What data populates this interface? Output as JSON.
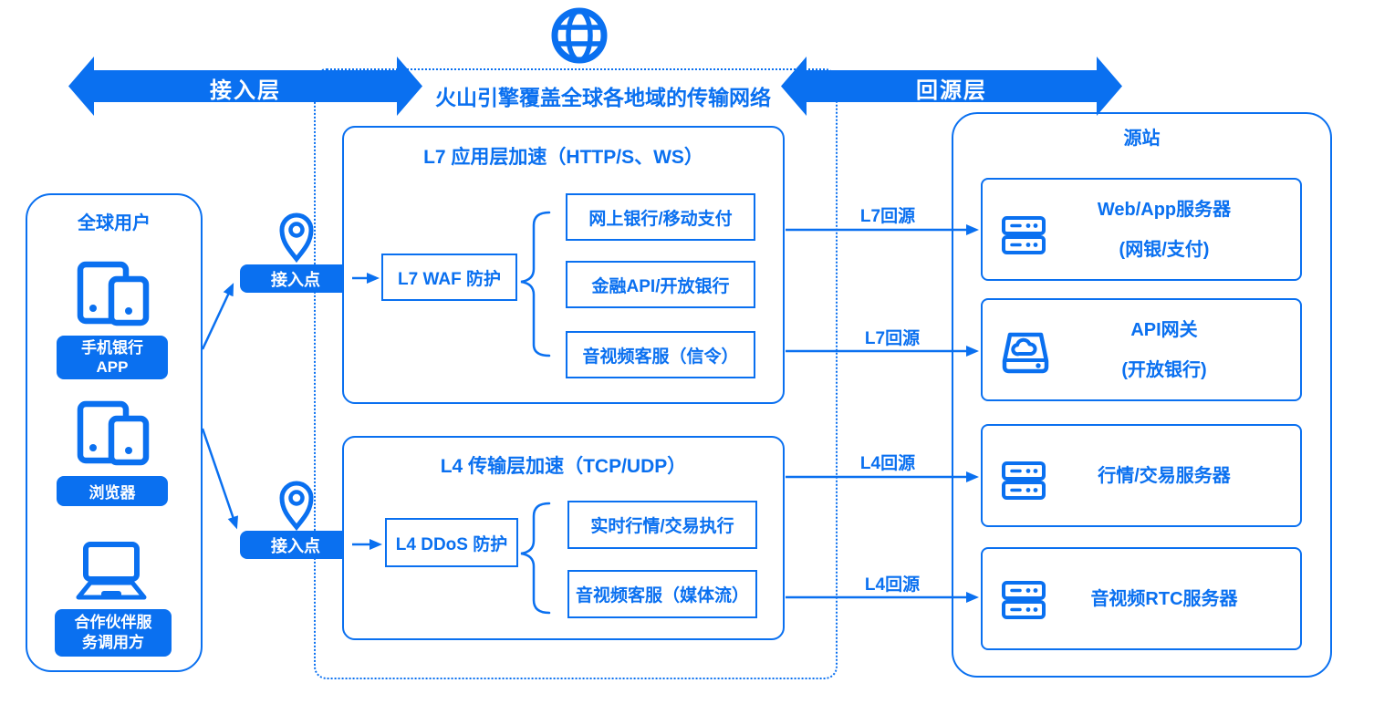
{
  "colors": {
    "primary": "#0a70f0",
    "white": "#ffffff"
  },
  "header": {
    "access_layer_label": "接入层",
    "origin_layer_label": "回源层",
    "network_caption": "火山引擎覆盖全球各地域的传输网络"
  },
  "users_panel": {
    "title": "全球用户",
    "items": [
      {
        "icon": "mobile-devices-icon",
        "line1": "手机银行",
        "line2": "APP"
      },
      {
        "icon": "mobile-devices-icon",
        "line1": "浏览器",
        "line2": ""
      },
      {
        "icon": "laptop-icon",
        "line1": "合作伙伴服",
        "line2": "务调用方"
      }
    ]
  },
  "access_points": [
    {
      "icon": "location-pin-icon",
      "label": "接入点"
    },
    {
      "icon": "location-pin-icon",
      "label": "接入点"
    }
  ],
  "l7_section": {
    "title": "L7 应用层加速（HTTP/S、WS）",
    "protection": "L7 WAF 防护",
    "apps": [
      "网上银行/移动支付",
      "金融API/开放银行",
      "音视频客服（信令）"
    ]
  },
  "l4_section": {
    "title": "L4 传输层加速（TCP/UDP）",
    "protection": "L4 DDoS 防护",
    "apps": [
      "实时行情/交易执行",
      "音视频客服（媒体流）"
    ]
  },
  "back_to_origin": {
    "l7": "L7回源",
    "l4": "L4回源"
  },
  "origin_panel": {
    "title": "源站",
    "servers": [
      {
        "icon": "server-icon",
        "line1": "Web/App服务器",
        "line2": "(网银/支付)"
      },
      {
        "icon": "gateway-icon",
        "line1": "API网关",
        "line2": "(开放银行)"
      },
      {
        "icon": "server-icon",
        "line1": "行情/交易服务器",
        "line2": ""
      },
      {
        "icon": "server-icon",
        "line1": "音视频RTC服务器",
        "line2": ""
      }
    ]
  }
}
